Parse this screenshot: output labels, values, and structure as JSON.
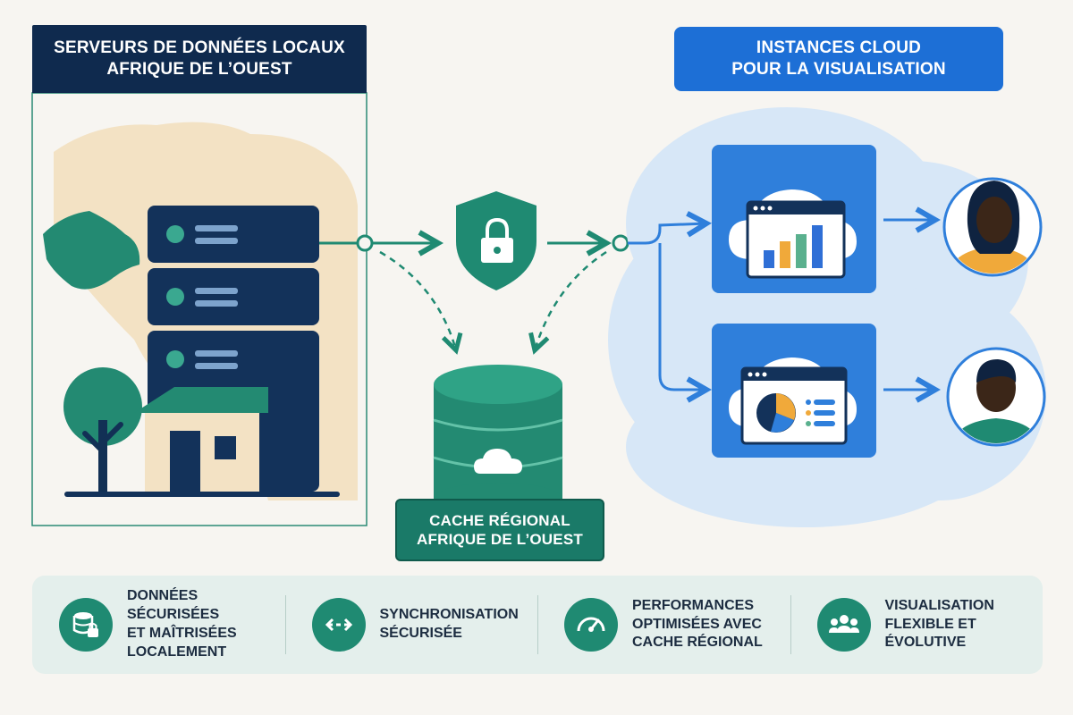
{
  "local_section": {
    "title_line1": "Serveurs de données locaux",
    "title_line2": "Afrique de l’Ouest"
  },
  "cloud_section": {
    "title_line1": "Instances cloud",
    "title_line2": "pour la visualisation"
  },
  "cache": {
    "label_line1": "Cache régional",
    "label_line2": "Afrique de l’Ouest"
  },
  "benefits": [
    {
      "icon": "database-lock-icon",
      "line1": "Données sécurisées",
      "line2": "et maîtrisées",
      "line3": "localement"
    },
    {
      "icon": "sync-arrows-icon",
      "line1": "Synchronisation",
      "line2": "sécurisée",
      "line3": ""
    },
    {
      "icon": "speedometer-icon",
      "line1": "Performances",
      "line2": "optimisées avec",
      "line3": "cache régional"
    },
    {
      "icon": "users-group-icon",
      "line1": "Visualisation",
      "line2": "flexible et",
      "line3": "évolutive"
    }
  ],
  "colors": {
    "navy": "#0f2a4e",
    "teal": "#1f8a72",
    "blue": "#1d6fd6",
    "light_blue": "#d7e7f7",
    "map_beige": "#f3e2c4"
  }
}
